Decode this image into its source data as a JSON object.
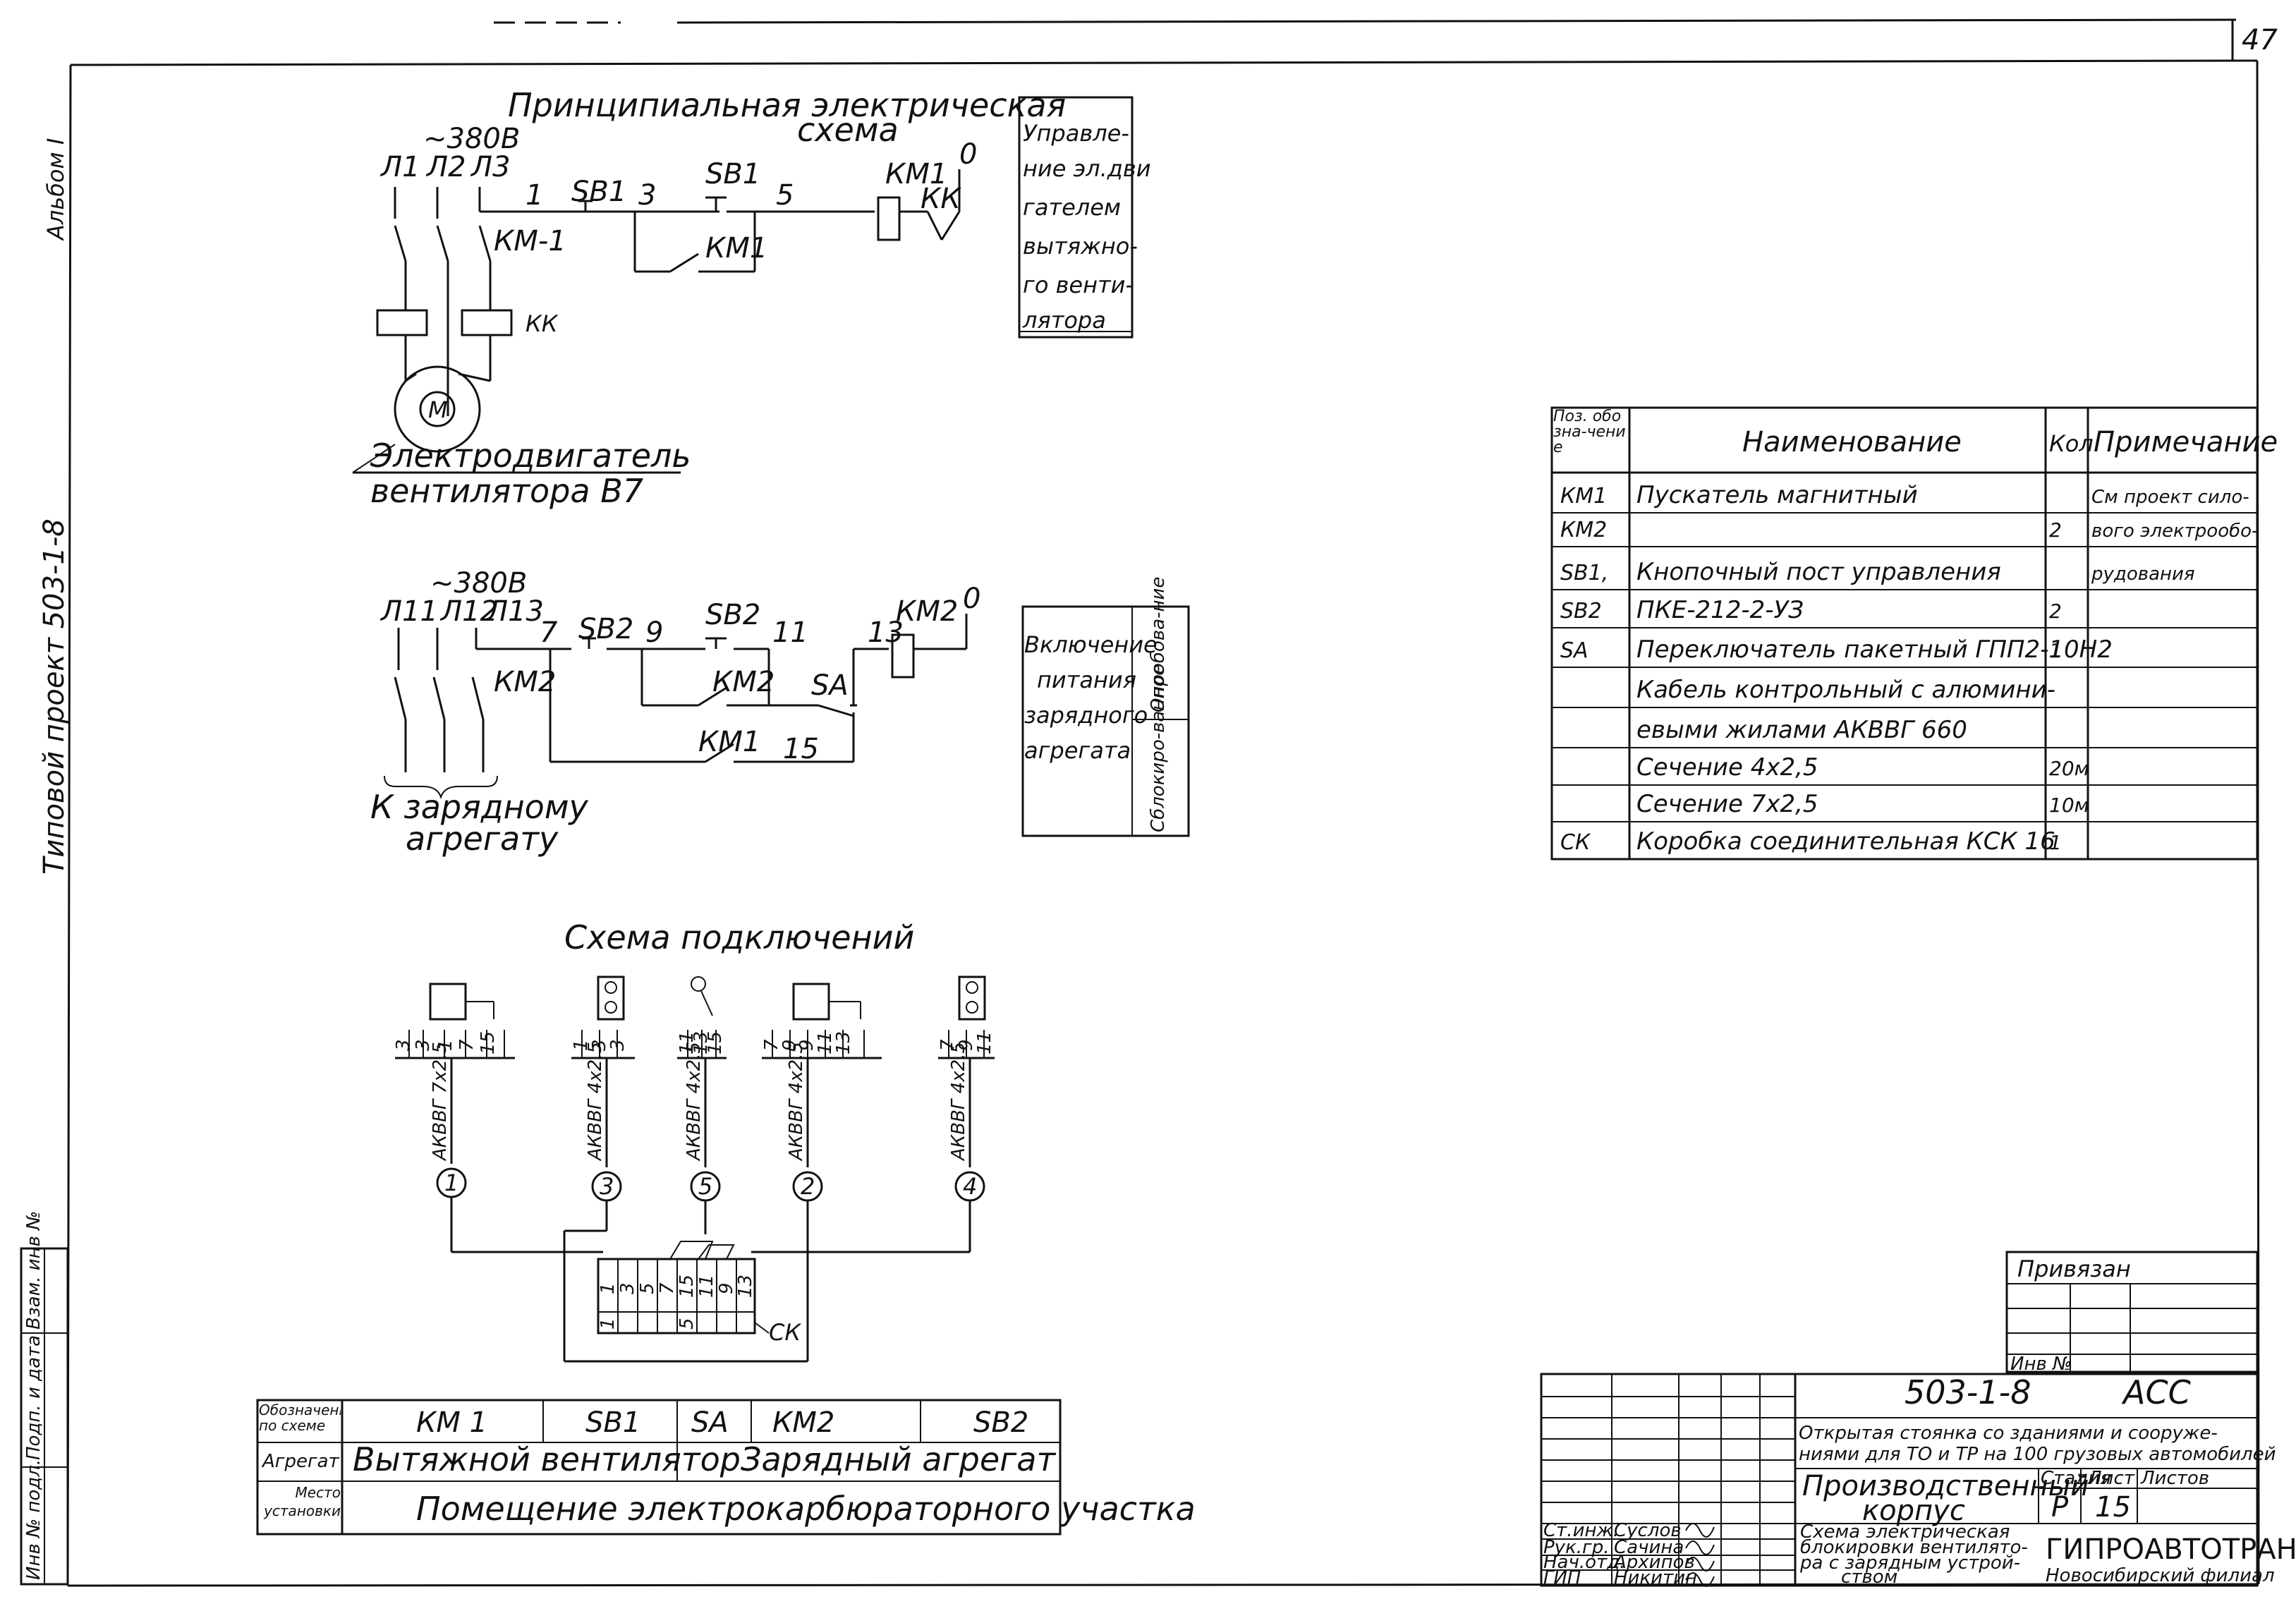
{
  "page_number": "47",
  "side_labels": {
    "album": "Альбом I",
    "project": "Типовой проект 503-1-8"
  },
  "left_stamp": [
    "Инв № подл.",
    "Подп. и дата",
    "Взам. инв №"
  ],
  "schematic1": {
    "title_line1": "Принципиальная электрическая",
    "title_line2": "схема",
    "voltage": "~380В",
    "phases": [
      "Л1",
      "Л2",
      "Л3"
    ],
    "contactor": "КМ-1",
    "relay_kk": "КК",
    "motor_symbol": "М",
    "motor_caption_line1": "Электродвигатель",
    "motor_caption_line2": "вентилятора  В7",
    "wires": [
      "1",
      "3",
      "5",
      "0"
    ],
    "sb1": "SB1",
    "sb1b": "SB1",
    "km1_contact": "КМ1",
    "km1_coil": "КМ1",
    "kk_contact": "КК",
    "purpose_lines": [
      "Управле-",
      "ние эл.дви",
      "гателем",
      "вытяжно-",
      "го венти-",
      "лятора"
    ]
  },
  "schematic2": {
    "voltage": "~380В",
    "phases": [
      "Л11",
      "Л12",
      "Л13"
    ],
    "contactor": "КМ2",
    "wires": [
      "7",
      "9",
      "11",
      "13",
      "0",
      "15"
    ],
    "sb2": "SB2",
    "sb2b": "SB2",
    "km2_contact": "КМ2",
    "km2_coil": "КМ2",
    "sa": "SA",
    "km1_contact": "КМ1",
    "caption_line1": "К зарядному",
    "caption_line2": "агрегату",
    "purpose_lines": [
      "Включение",
      "питания",
      "зарядного",
      "агрегата"
    ],
    "purpose_side_top": "Опробова-ние",
    "purpose_side_bottom": "Сблокиро-ванное"
  },
  "connections": {
    "title": "Схема подключений",
    "cables": [
      {
        "num": "1",
        "label": "АКВВГ 7х2,5",
        "terms": [
          "3",
          "3",
          "1",
          "7",
          "15"
        ]
      },
      {
        "num": "3",
        "label": "АКВВГ 4х2,5",
        "terms": [
          "1",
          "3",
          "3"
        ]
      },
      {
        "num": "5",
        "label": "АКВВГ 4х2,5",
        "terms": [
          "11",
          "13",
          "15"
        ]
      },
      {
        "num": "2",
        "label": "АКВВГ 4х2,5",
        "terms": [
          "7",
          "9",
          "9",
          "11",
          "13"
        ]
      },
      {
        "num": "4",
        "label": "АКВВГ 4х2,5",
        "terms": [
          "7",
          "9",
          "11"
        ]
      }
    ],
    "box_terms_top": [
      "1",
      "3",
      "5",
      "7",
      "15",
      "11",
      "9",
      "13"
    ],
    "box_terms_bottom": [
      "1",
      "5"
    ],
    "box_label": "СК"
  },
  "spec_table": {
    "headers": [
      "Поз. обозна-чение",
      "Наименование",
      "Кол",
      "Примечание"
    ],
    "rows": [
      {
        "pos": "КМ1",
        "name": "Пускатель магнитный",
        "qty": "",
        "note": "См проект сило-"
      },
      {
        "pos": "КМ2",
        "name": "",
        "qty": "2",
        "note": "вого электрообо-"
      },
      {
        "pos": "SB1,",
        "name": "Кнопочный пост управления",
        "qty": "",
        "note": "рудования"
      },
      {
        "pos": "SB2",
        "name": "ПКЕ-212-2-УЗ",
        "qty": "2",
        "note": ""
      },
      {
        "pos": "SA",
        "name": "Переключатель пакетный ГПП2-10Н2",
        "qty": "1",
        "note": ""
      },
      {
        "pos": "",
        "name": "Кабель контрольный с алюмини-",
        "qty": "",
        "note": ""
      },
      {
        "pos": "",
        "name": "евыми жилами АКВВГ 660",
        "qty": "",
        "note": ""
      },
      {
        "pos": "",
        "name": "Сечение  4х2,5",
        "qty": "20м",
        "note": ""
      },
      {
        "pos": "",
        "name": "Сечение  7х2,5",
        "qty": "10м",
        "note": ""
      },
      {
        "pos": "СК",
        "name": "Коробка соединительная КСК 16",
        "qty": "1",
        "note": ""
      }
    ]
  },
  "bottom_table": {
    "r1_label": "Обозначение по схеме",
    "r1_values": [
      "КМ 1",
      "SB1",
      "SA",
      "КМ2",
      "SB2"
    ],
    "r2_label": "Агрегат",
    "r2_values": [
      "Вытяжной вентилятор",
      "Зарядный агрегат"
    ],
    "r3_label": "Место установки",
    "r3_value": "Помещение электрокарбюраторного участка"
  },
  "privyazan": {
    "title": "Привязан",
    "inv": "Инв №"
  },
  "title_block": {
    "code": "503-1-8",
    "section": "АСС",
    "object_line1": "Открытая стоянка со зданиями и сооруже-",
    "object_line2": "ниями для ТО и ТР на 100 грузовых автомобилей",
    "building_line1": "Производственный",
    "building_line2": "корпус",
    "sheet_title_line1": "Схема электрическая",
    "sheet_title_line2": "блокировки вентилято-",
    "sheet_title_line3": "ра с зарядным устрой-",
    "sheet_title_line4": "ством",
    "stage_label": "Стадия",
    "sheet_label": "Лист",
    "sheets_label": "Листов",
    "stage": "Р",
    "sheet": "15",
    "sheets": "",
    "org": "ГИПРОАВТОТРАНС",
    "org_branch": "Новосибирский филиал",
    "signers": [
      {
        "role": "Ст.инж.",
        "name": "Суслов"
      },
      {
        "role": "Рук.гр.",
        "name": "Сачина"
      },
      {
        "role": "Нач.отд.",
        "name": "Архипов"
      },
      {
        "role": "ГИП",
        "name": "Никитин"
      }
    ]
  }
}
